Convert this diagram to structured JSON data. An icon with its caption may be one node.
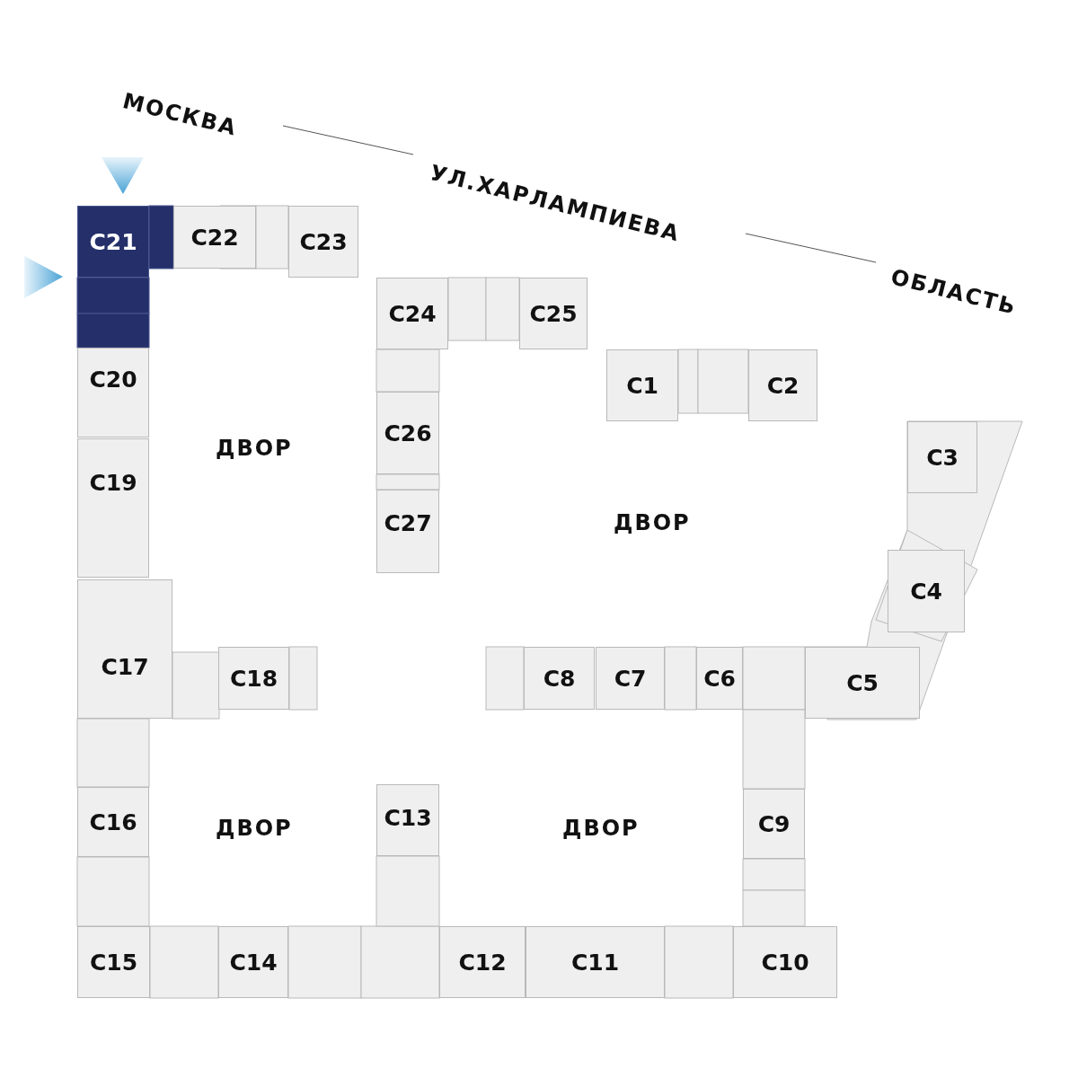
{
  "diagram": {
    "nodes": [
      {
        "text": [
          "С21"
        ]
      },
      {
        "text": [
          "С22"
        ]
      },
      {
        "text": [
          "С23"
        ]
      },
      {
        "text": [
          "С24"
        ]
      },
      {
        "text": [
          "С25"
        ]
      },
      {
        "text": [
          "С1"
        ]
      },
      {
        "text": [
          "С2"
        ]
      },
      {
        "text": [
          "С20"
        ]
      },
      {
        "text": [
          "С26"
        ]
      },
      {
        "text": [
          "С3"
        ]
      },
      {
        "text": [
          "С19"
        ]
      },
      {
        "text": [
          "С27"
        ]
      },
      {
        "text": [
          "С4"
        ]
      },
      {
        "text": [
          "С17"
        ]
      },
      {
        "text": [
          "С18"
        ]
      },
      {
        "text": [
          "С8"
        ]
      },
      {
        "text": [
          "С7"
        ]
      },
      {
        "text": [
          "С6"
        ]
      },
      {
        "text": [
          "С5"
        ]
      },
      {
        "text": [
          "С13"
        ]
      },
      {
        "text": [
          "С9"
        ]
      },
      {
        "text": [
          "С16"
        ]
      },
      {
        "text": [
          "С15"
        ]
      },
      {
        "text": [
          "С14"
        ]
      },
      {
        "text": [
          "С12"
        ]
      },
      {
        "text": [
          "С11"
        ]
      },
      {
        "text": [
          "С10"
        ]
      }
    ],
    "edges": [],
    "labels": [
      "МОСКВА",
      "УЛ.ХАРЛАМПИЕВА",
      "ОБЛАСТЬ",
      "ДВОР",
      "ДВОР",
      "ДВОР",
      "ДВОР"
    ]
  }
}
